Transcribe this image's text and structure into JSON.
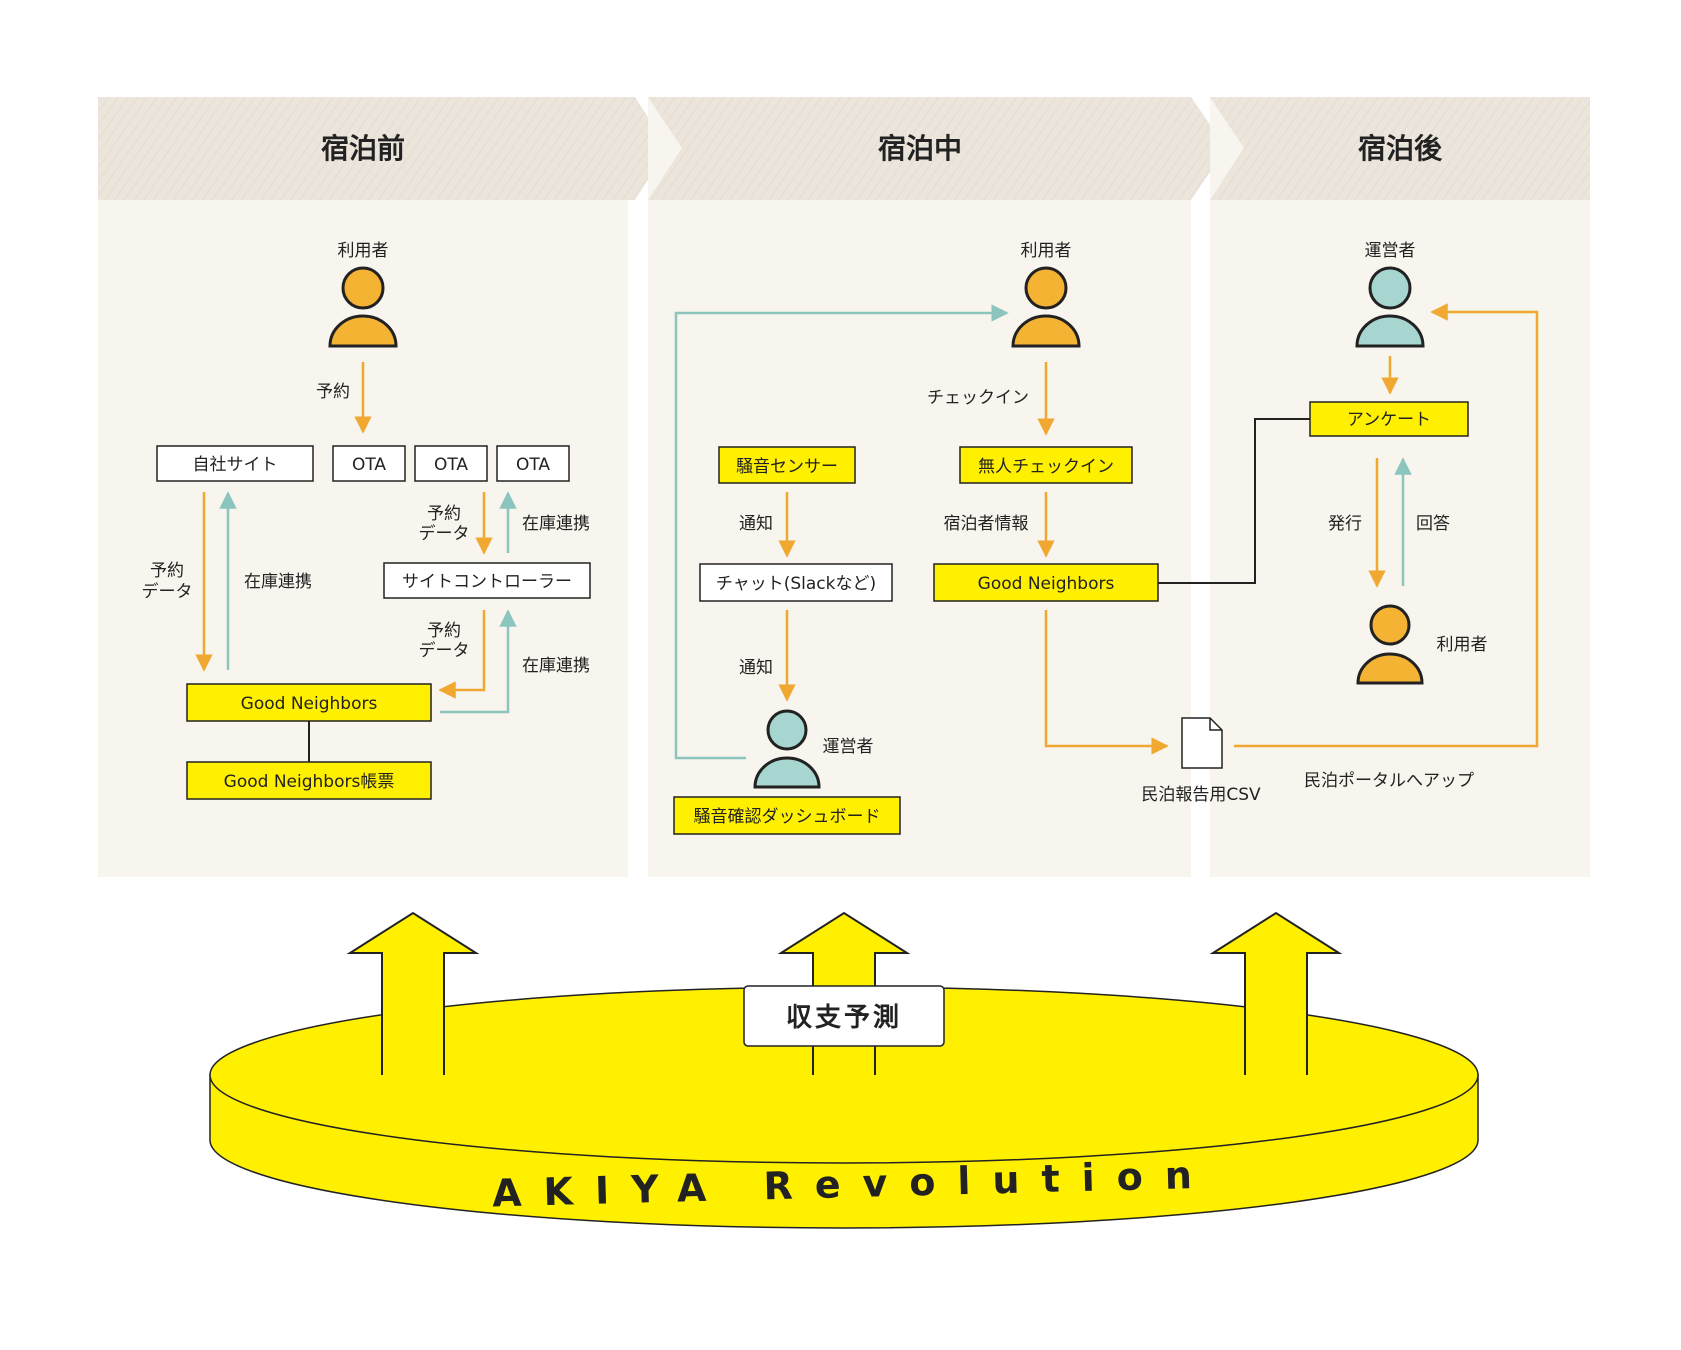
{
  "phases": {
    "before": "宿泊前",
    "during": "宿泊中",
    "after": "宿泊後"
  },
  "before": {
    "user_label": "利用者",
    "reserve_label": "予約",
    "own_site": "自社サイト",
    "ota1": "OTA",
    "ota2": "OTA",
    "ota3": "OTA",
    "reserve_data_a1": "予約",
    "reserve_data_a2": "データ",
    "stock_sync_a": "在庫連携",
    "reserve_data_b1": "予約",
    "reserve_data_b2": "データ",
    "stock_sync_b": "在庫連携",
    "site_controller": "サイトコントローラー",
    "reserve_data_c1": "予約",
    "reserve_data_c2": "データ",
    "stock_sync_c": "在庫連携",
    "good_neighbors": "Good Neighbors",
    "good_neighbors_forms": "Good Neighbors帳票"
  },
  "during": {
    "user_label": "利用者",
    "checkin_label": "チェックイン",
    "noise_sensor": "騒音センサー",
    "unmanned_checkin": "無人チェックイン",
    "notify1": "通知",
    "guest_info": "宿泊者情報",
    "chat": "チャット(Slackなど)",
    "good_neighbors": "Good Neighbors",
    "notify2": "通知",
    "operator_label": "運営者",
    "noise_dashboard": "騒音確認ダッシュボード",
    "csv_label": "民泊報告用CSV"
  },
  "after": {
    "operator_label": "運営者",
    "survey": "アンケート",
    "issue_label": "発行",
    "answer_label": "回答",
    "user_label": "利用者",
    "portal_upload": "民泊ポータルへアップ"
  },
  "bottom": {
    "forecast": "収支予測",
    "platform": "AKIYA Revolution"
  },
  "colors": {
    "panel_bg": "#f8f4ee",
    "header_bg": "#ede7de",
    "yellow": "#fff000",
    "orange": "#f0a830",
    "teal": "#8cc5bd",
    "person_orange": "#f5b334",
    "person_teal": "#a6d6cf"
  }
}
